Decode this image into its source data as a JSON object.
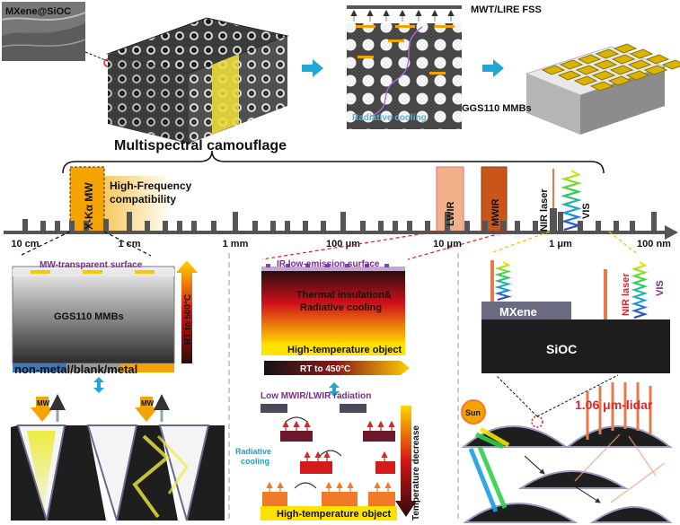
{
  "top": {
    "inset_label": "MXene@SiOC",
    "fss_label": "MWT/LIRE FSS",
    "radiative_cooling_label": "Radiative cooling",
    "ggs_label": "GGS110 MMBs",
    "title": "Multispectral camouflage"
  },
  "spectrum": {
    "bands": {
      "xku": "X-Kα MW",
      "hf": "High-Frequency compatibility",
      "lwir": "LWIR",
      "mwir": "MWIR",
      "nir": "NIR laser",
      "vis": "VIS"
    },
    "ticks": [
      "10 cm",
      "1 cm",
      "1 mm",
      "100 μm",
      "10 μm",
      "1 μm",
      "100 nm"
    ]
  },
  "left_panel": {
    "surface_label": "MW-transparent surface",
    "body_label": "GGS110 MMBs",
    "temp_arrow": "RT to 500°C",
    "bottom_label": "non-metal/blank/metal",
    "mw_label": "MW"
  },
  "middle_panel": {
    "surface_label": "IR low-emission surface",
    "insulation_label": "Thermal insulation& Radiative cooling",
    "object_label": "High-temperature object",
    "temp_arrow": "RT to 450°C",
    "radiation_label": "Low MWIR/LWIR radiation",
    "cooling_label": "Radiative cooling",
    "temp_decrease": "Temperature decrease",
    "object_label_bottom": "High-temperature object"
  },
  "right_panel": {
    "mxene": "MXene",
    "siox": "SiOC",
    "nir": "NIR laser",
    "vis": "VIS",
    "sun": "Sun",
    "lidar": "1.06 μm-lidar"
  },
  "colors": {
    "accent_orange": "#f5a300",
    "cyan_arrow": "#1fa7d6",
    "purple_text": "#7b2b8b",
    "red_text": "#e0262a",
    "lwir_fill": "#f2b08a",
    "mwir_fill": "#c9551b"
  }
}
